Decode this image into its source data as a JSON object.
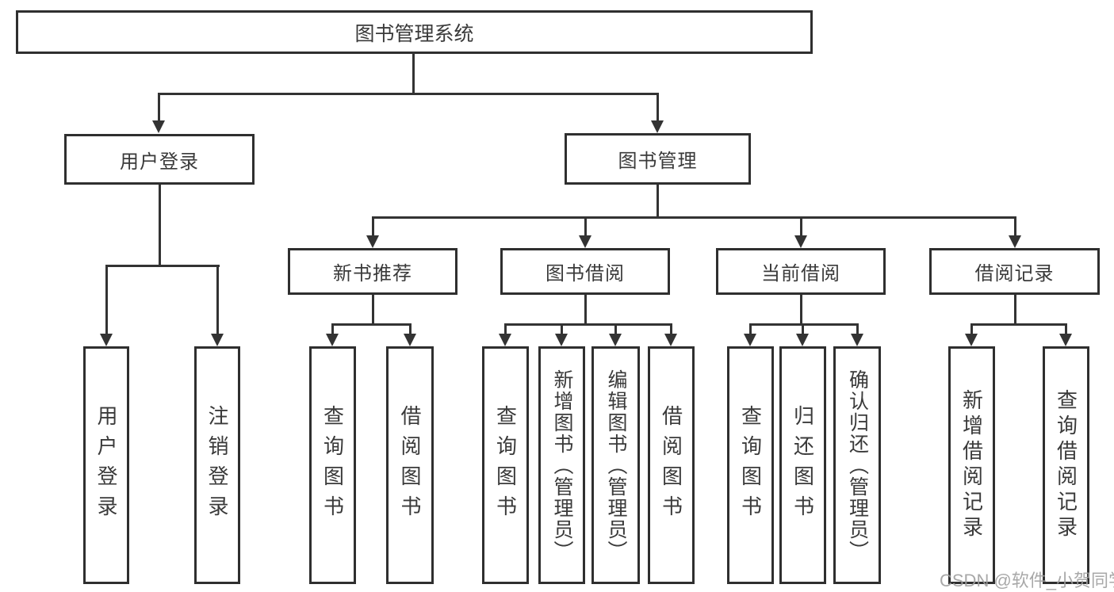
{
  "diagram": {
    "root": {
      "label": "图书管理系统"
    },
    "level2": [
      {
        "label": "用户登录"
      },
      {
        "label": "图书管理"
      }
    ],
    "level3": [
      {
        "parent": "图书管理",
        "label": "新书推荐"
      },
      {
        "parent": "图书管理",
        "label": "图书借阅"
      },
      {
        "parent": "图书管理",
        "label": "当前借阅"
      },
      {
        "parent": "图书管理",
        "label": "借阅记录"
      }
    ],
    "leaves": [
      {
        "parent": "用户登录",
        "label": "用户登录"
      },
      {
        "parent": "用户登录",
        "label": "注销登录"
      },
      {
        "parent": "新书推荐",
        "label": "查询图书"
      },
      {
        "parent": "新书推荐",
        "label": "借阅图书"
      },
      {
        "parent": "图书借阅",
        "label": "查询图书"
      },
      {
        "parent": "图书借阅",
        "label": "新增图书（管理员）"
      },
      {
        "parent": "图书借阅",
        "label": "编辑图书（管理员）"
      },
      {
        "parent": "图书借阅",
        "label": "借阅图书"
      },
      {
        "parent": "当前借阅",
        "label": "查询图书"
      },
      {
        "parent": "当前借阅",
        "label": "归还图书"
      },
      {
        "parent": "当前借阅",
        "label": "确认归还（管理员）"
      },
      {
        "parent": "借阅记录",
        "label": "新增借阅记录"
      },
      {
        "parent": "借阅记录",
        "label": "查询借阅记录"
      }
    ],
    "watermark": "CSDN @软件_小贺同学",
    "colors": {
      "line": "#333333",
      "box_border": "#2f2f2f",
      "box_fill": "#ffffff",
      "text": "#3a3a3a",
      "watermark": "#9e9e9e",
      "background": "#ffffff"
    }
  }
}
